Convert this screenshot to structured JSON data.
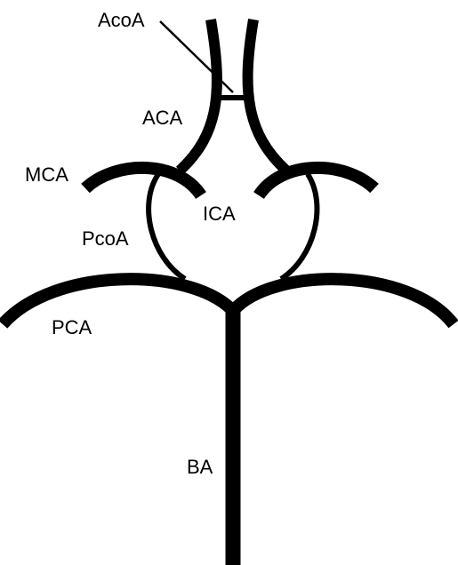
{
  "diagram": {
    "labels": {
      "acoa": "AcoA",
      "aca": "ACA",
      "mca": "MCA",
      "pcoa": "PcoA",
      "ica": "ICA",
      "pca": "PCA",
      "ba": "BA"
    },
    "colors": {
      "background": "#ffffff",
      "vessel": "#000000"
    }
  }
}
